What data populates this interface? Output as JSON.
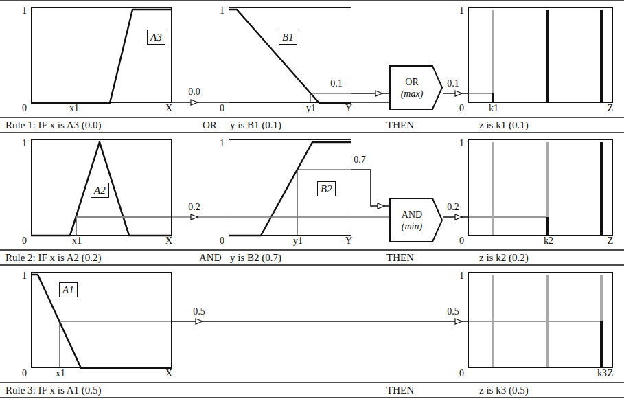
{
  "diagram": {
    "nodes": [
      {
        "text": [
          "1",
          "0",
          "x1",
          "X"
        ]
      },
      {
        "text": [
          "A3"
        ],
        "in": 0
      },
      {
        "text": [
          "1",
          "0",
          "y1",
          "Y"
        ]
      },
      {
        "text": [
          "B1"
        ],
        "in": 2
      },
      {
        "text": [
          "OR",
          "(max)"
        ]
      },
      {
        "text": [
          "1",
          "0",
          "k1",
          "Z"
        ]
      },
      {
        "text": [
          "1",
          "0",
          "x1",
          "X"
        ]
      },
      {
        "text": [
          "A2"
        ],
        "in": 6
      },
      {
        "text": [
          "1",
          "0",
          "y1",
          "Y"
        ]
      },
      {
        "text": [
          "B2"
        ],
        "in": 8
      },
      {
        "text": [
          "AND",
          "(min)"
        ]
      },
      {
        "text": [
          "1",
          "0",
          "k2",
          "Z"
        ]
      },
      {
        "text": [
          "1",
          "0",
          "x1",
          "X"
        ]
      },
      {
        "text": [
          "A1"
        ],
        "in": 12
      },
      {
        "text": [
          "1",
          "0",
          "k3",
          "Z"
        ]
      }
    ],
    "edges": [
      {
        "from": 0,
        "to": 4,
        "arrow": "to",
        "label": "0.0"
      },
      {
        "from": 2,
        "to": 4,
        "arrow": "to",
        "label": "0.1"
      },
      {
        "from": 4,
        "to": 5,
        "arrow": "to",
        "label": "0.1"
      },
      {
        "from": 6,
        "to": 10,
        "arrow": "to",
        "label": "0.2"
      },
      {
        "from": 8,
        "to": 10,
        "arrow": "to",
        "label": "0.7"
      },
      {
        "from": 10,
        "to": 11,
        "arrow": "to",
        "label": "0.2"
      },
      {
        "from": 12,
        "to": 14,
        "arrow": "to",
        "label": "0.5"
      }
    ],
    "labels": [
      "Rule 1: IF x is A3 (0.0)",
      "OR",
      "y is B1 (0.1)",
      "THEN",
      "z is k1 (0.1)",
      "Rule 2: IF x is A2 (0.2)",
      "AND",
      "y is B2 (0.7)",
      "THEN",
      "z is k2 (0.2)",
      "0.5",
      "Rule 3: IF x is A1 (0.5)",
      "THEN",
      "z is k3 (0.5)"
    ]
  }
}
